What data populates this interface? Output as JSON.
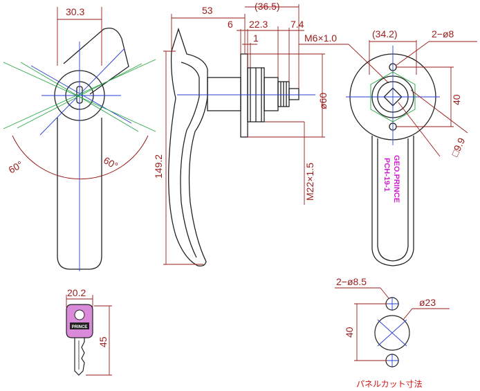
{
  "colors": {
    "outline": "#222222",
    "dimension": "#9a1a1a",
    "centerline": "#2a3fd6",
    "angleline": "#2aa84a",
    "marking": "#d020d0",
    "caption": "#d01010"
  },
  "front_view": {
    "width_dim": "30.3",
    "angle_left": "60°",
    "angle_right": "60°"
  },
  "side_view": {
    "dim_53": "53",
    "dim_36_5": "(36.5)",
    "dim_6": "6",
    "dim_22_3": "22.3",
    "dim_7_4": "7.4",
    "dim_1": "1",
    "dim_height": "149.2",
    "dim_dia60": "ø60",
    "dim_thread": "M22×1.5",
    "dim_screw": "M6×1.0"
  },
  "rear_view": {
    "dim_34_2": "(34.2)",
    "dim_holes": "2−ø8",
    "dim_40": "40",
    "dim_square": "□9.9",
    "marking_line1": "GEO.PRINCE",
    "marking_line2": "PCH-19-1"
  },
  "key_view": {
    "dim_20_2": "20.2",
    "dim_45": "45",
    "brand": "PRINCE"
  },
  "panel_cutout": {
    "dim_holes": "2−ø8.5",
    "dim_dia23": "ø23",
    "dim_40": "40",
    "caption": "パネルカット寸法"
  }
}
